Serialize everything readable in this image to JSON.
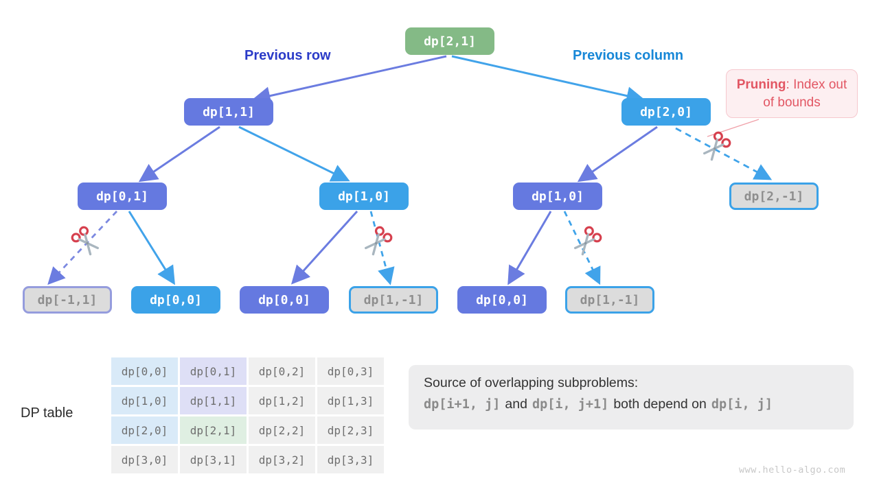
{
  "tree": {
    "branch_labels": {
      "left": "Previous row",
      "right": "Previous column"
    },
    "nodes": [
      {
        "label": "dp[2,1]",
        "role": "root",
        "state": "visited"
      },
      {
        "label": "dp[1,1]",
        "role": "child",
        "state": "visited"
      },
      {
        "label": "dp[2,0]",
        "role": "child",
        "state": "visited"
      },
      {
        "label": "dp[0,1]",
        "role": "child",
        "state": "visited"
      },
      {
        "label": "dp[1,0]",
        "role": "child",
        "state": "visited"
      },
      {
        "label": "dp[1,0]",
        "role": "child",
        "state": "visited"
      },
      {
        "label": "dp[2,-1]",
        "role": "child",
        "state": "pruned"
      },
      {
        "label": "dp[-1,1]",
        "role": "leaf",
        "state": "pruned"
      },
      {
        "label": "dp[0,0]",
        "role": "leaf",
        "state": "visited"
      },
      {
        "label": "dp[0,0]",
        "role": "leaf",
        "state": "visited"
      },
      {
        "label": "dp[1,-1]",
        "role": "leaf",
        "state": "pruned"
      },
      {
        "label": "dp[0,0]",
        "role": "leaf",
        "state": "visited"
      },
      {
        "label": "dp[1,-1]",
        "role": "leaf",
        "state": "pruned"
      }
    ]
  },
  "pruning_note": {
    "bold": "Pruning",
    "rest": ": Index out of bounds"
  },
  "dp_table": {
    "caption": "DP table",
    "rows": [
      [
        "dp[0,0]",
        "dp[0,1]",
        "dp[0,2]",
        "dp[0,3]"
      ],
      [
        "dp[1,0]",
        "dp[1,1]",
        "dp[1,2]",
        "dp[1,3]"
      ],
      [
        "dp[2,0]",
        "dp[2,1]",
        "dp[2,2]",
        "dp[2,3]"
      ],
      [
        "dp[3,0]",
        "dp[3,1]",
        "dp[3,2]",
        "dp[3,3]"
      ]
    ]
  },
  "info_box": {
    "line1": "Source of overlapping subproblems:",
    "code1": "dp[i+1, j]",
    "mid1": "and",
    "code2": "dp[i, j+1]",
    "mid2": "both depend on",
    "code3": "dp[i, j]"
  },
  "watermark": "www.hello-algo.com",
  "icons": {
    "pruned_branch": "scissors-icon"
  },
  "colors": {
    "root_node": "#84BA86",
    "previous_row_node": "#6579E0",
    "previous_column_node": "#3BA2E8",
    "pruned_node_bg": "#DCDCDC",
    "previous_row_label": "#2B3BC8",
    "previous_column_label": "#1787D7",
    "pruning_callout_text": "#E25663",
    "pruning_callout_bg": "#FDEFF1",
    "table_col0_highlight": "#D9EAF8",
    "table_col1_highlight": "#DEDFF6",
    "table_root_highlight": "#DFEFE2",
    "table_default": "#F0F0F0",
    "scissors_red": "#D6404E"
  }
}
